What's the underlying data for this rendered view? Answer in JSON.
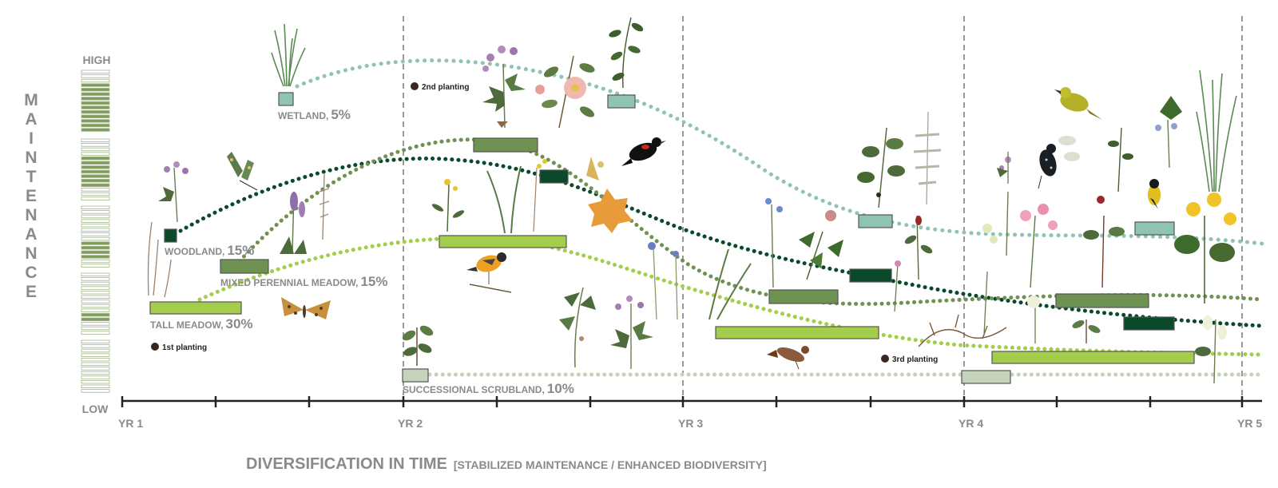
{
  "axis": {
    "vertical_title": "MAINTENANCE",
    "high_label": "HIGH",
    "low_label": "LOW",
    "years": [
      "YR 1",
      "YR 2",
      "YR 3",
      "YR 4",
      "YR 5"
    ]
  },
  "footer": {
    "title": "DIVERSIFICATION IN TIME",
    "subtitle": "[STABILIZED MAINTENANCE / ENHANCED BIODIVERSITY]"
  },
  "habitats": {
    "wetland": {
      "name": "WETLAND,",
      "pct": "5%",
      "color": "#8fc3b3"
    },
    "woodland": {
      "name": "WOODLAND,",
      "pct": "15%",
      "color": "#0a4a2b"
    },
    "mixed_perennial_meadow": {
      "name": "MIXED PERENNIAL MEADOW,",
      "pct": "15%",
      "color": "#6f9152"
    },
    "tall_meadow": {
      "name": "TALL MEADOW,",
      "pct": "30%",
      "color": "#a3cd4a"
    },
    "successional_scrubland": {
      "name": "SUCCESSIONAL SCRUBLAND,",
      "pct": "10%",
      "color": "#c4d3b9"
    }
  },
  "plantings": {
    "first": "1st planting",
    "second": "2nd planting",
    "third": "3rd planting"
  },
  "colors": {
    "label_gray": "#8a8a8a",
    "axis": "#222222",
    "planting_dot": "#3a2520"
  },
  "icons": [
    "sedge-grass-icon",
    "wild-geranium-icon",
    "wild-rose-icon",
    "vine-icon",
    "butterfly-icon",
    "moth-icon",
    "blackbird-icon",
    "oriole-icon",
    "goldfinch-icon",
    "sparrow-icon",
    "kestrel-icon",
    "warbler-icon",
    "maple-leaf-icon",
    "fern-icon",
    "lupine-icon"
  ]
}
